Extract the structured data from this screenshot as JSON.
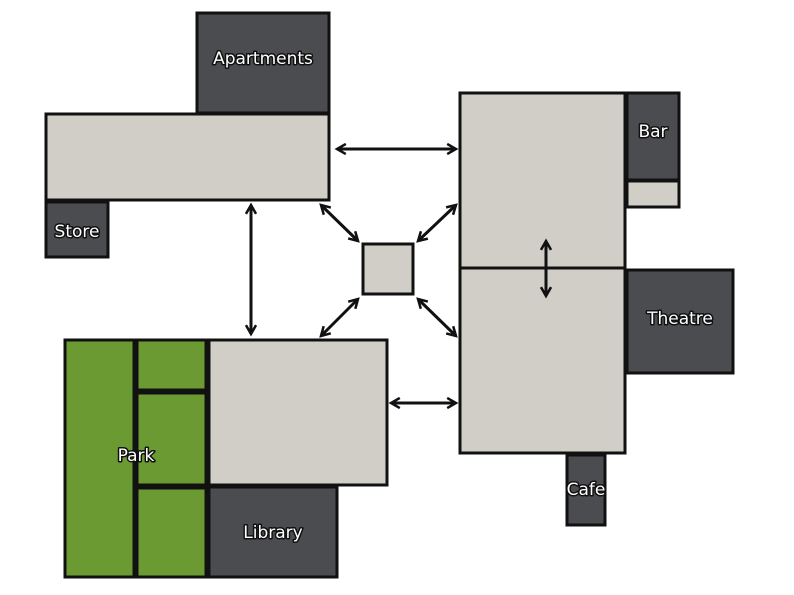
{
  "colors": {
    "plaza": "#d0cec6",
    "building": "#4a4c50",
    "park": "#6b9a32",
    "outline": "#111111",
    "label_text": "#ffffff"
  },
  "labels": {
    "apartments": "Apartments",
    "store": "Store",
    "bar": "Bar",
    "theatre": "Theatre",
    "cafe": "Cafe",
    "park": "Park",
    "library": "Library"
  },
  "connections": [
    {
      "from": "north-plaza",
      "to": "east-plaza-upper",
      "bidirectional": true
    },
    {
      "from": "north-plaza",
      "to": "southwest-plaza",
      "bidirectional": true
    },
    {
      "from": "north-plaza",
      "to": "central-hub",
      "bidirectional": true
    },
    {
      "from": "east-plaza-upper",
      "to": "central-hub",
      "bidirectional": true
    },
    {
      "from": "southwest-plaza",
      "to": "central-hub",
      "bidirectional": true
    },
    {
      "from": "east-plaza-lower",
      "to": "central-hub",
      "bidirectional": true
    },
    {
      "from": "east-plaza-upper",
      "to": "east-plaza-lower",
      "bidirectional": true
    },
    {
      "from": "southwest-plaza",
      "to": "east-plaza-lower",
      "bidirectional": true
    }
  ]
}
